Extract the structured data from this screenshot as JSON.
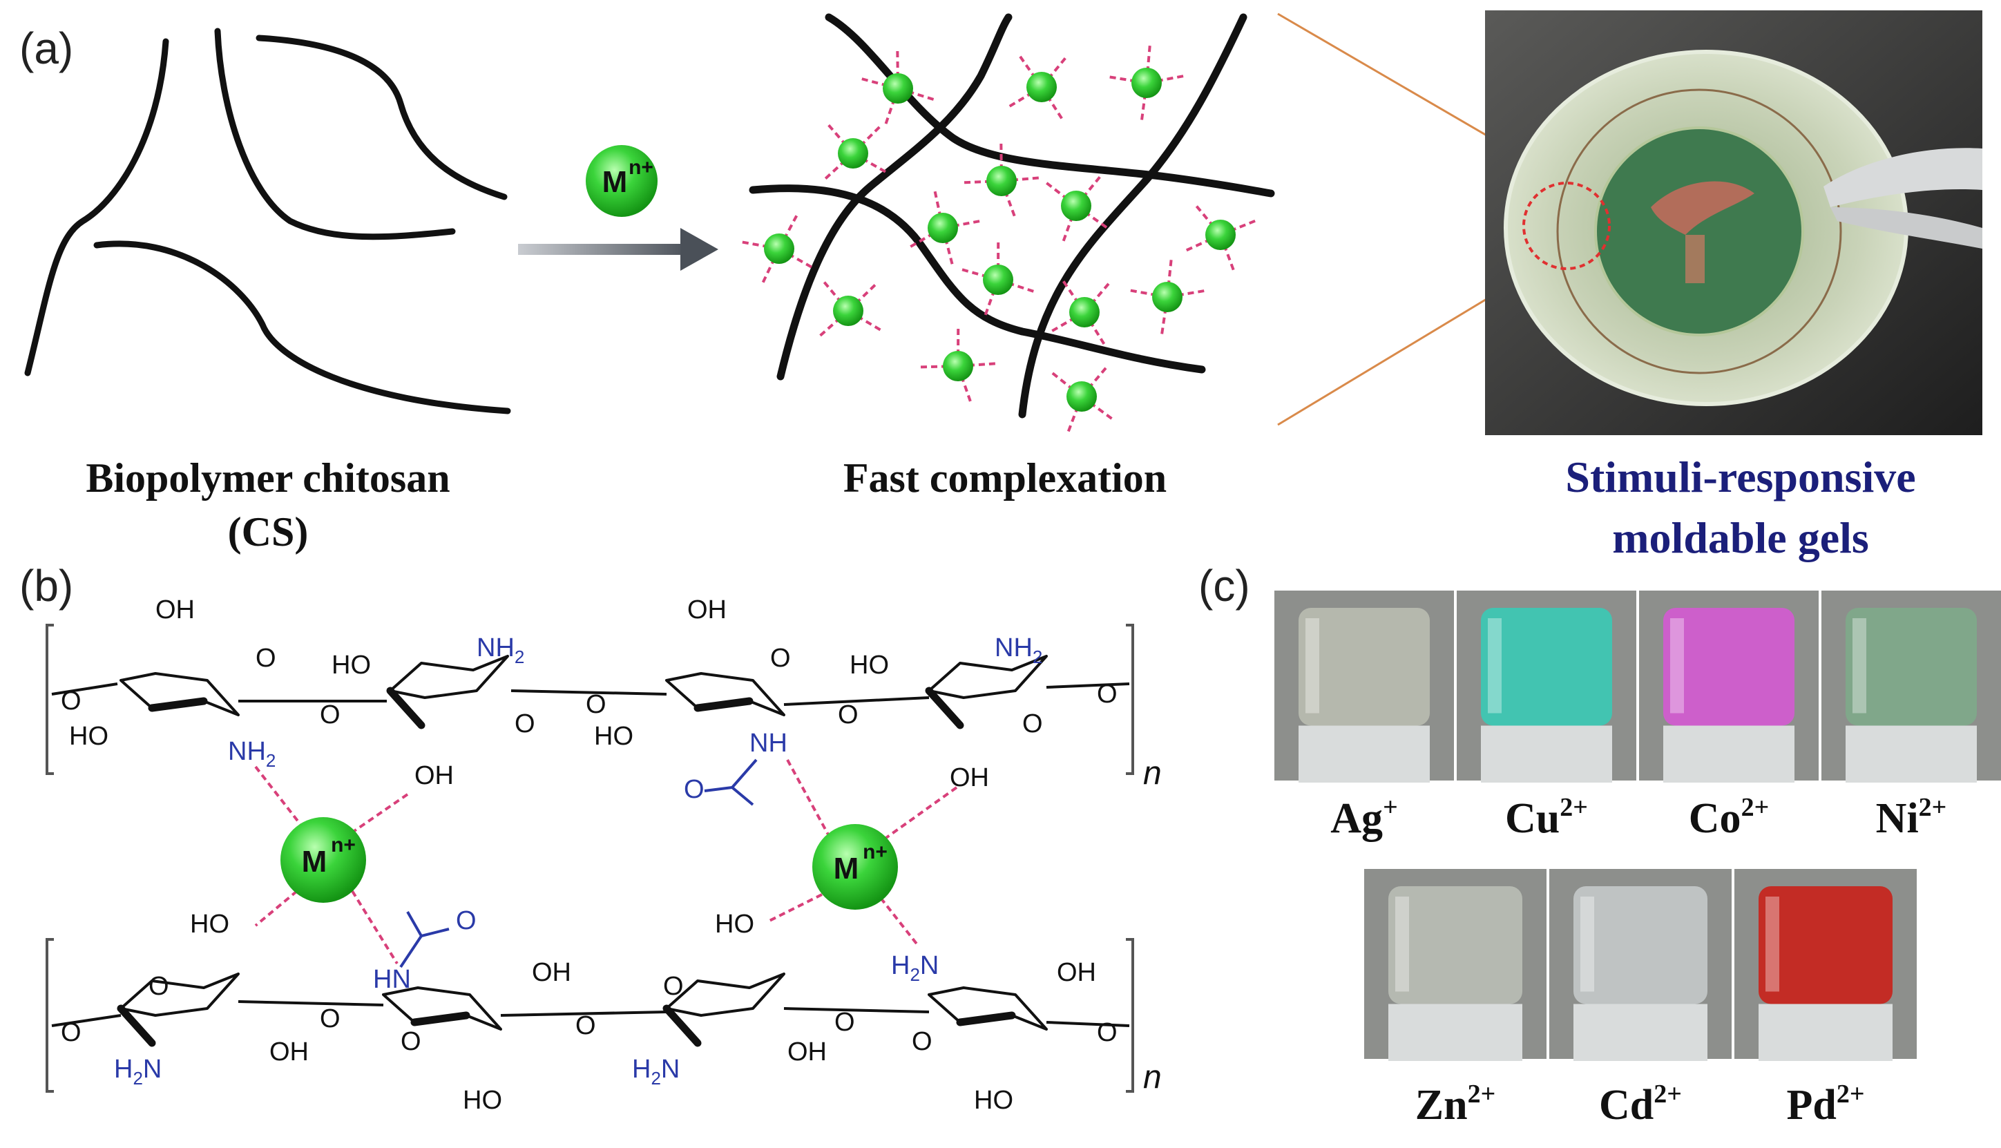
{
  "panels": {
    "a": {
      "label": "(a)",
      "caption_left_line1": "Biopolymer chitosan",
      "caption_left_line2": "(CS)",
      "metal_ion": "M",
      "metal_ion_sup": "n+",
      "caption_middle": "Fast complexation",
      "caption_right_line1": "Stimuli-responsive",
      "caption_right_line2": "moldable gels"
    },
    "b": {
      "label": "(b)",
      "metal_ion": "M",
      "metal_ion_sup": "n+",
      "repeat_symbol": "n",
      "groups": {
        "oh": "OH",
        "ho": "HO",
        "nh2": "NH",
        "h2n": "H",
        "h2n_n": "N",
        "sub2": "2",
        "nh": "NH",
        "hn": "HN",
        "o": "O"
      }
    },
    "c": {
      "label": "(c)",
      "ions_row1": [
        {
          "symbol": "Ag",
          "charge": "+",
          "liquid_color": "#b8bcb0"
        },
        {
          "symbol": "Cu",
          "charge": "2+",
          "liquid_color": "#3cc9b4"
        },
        {
          "symbol": "Co",
          "charge": "2+",
          "liquid_color": "#d35bd0"
        },
        {
          "symbol": "Ni",
          "charge": "2+",
          "liquid_color": "#7fa98a"
        }
      ],
      "ions_row2": [
        {
          "symbol": "Zn",
          "charge": "2+",
          "liquid_color": "#b9bdb4"
        },
        {
          "symbol": "Cd",
          "charge": "2+",
          "liquid_color": "#c3c8c8"
        },
        {
          "symbol": "Pd",
          "charge": "2+",
          "liquid_color": "#c8241c"
        }
      ]
    }
  },
  "colors": {
    "metal_green": "#3bd43b",
    "crosslink_pink": "#d8407a",
    "caption_blue": "#1b1f7a",
    "chem_blue": "#2a3aa8",
    "zoom_line_orange": "#d98a4a"
  }
}
